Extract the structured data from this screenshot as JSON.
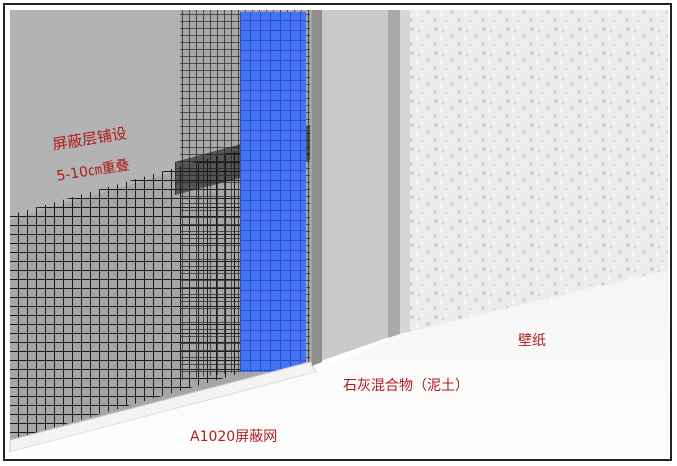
{
  "labels": {
    "shielding_layer": "屏蔽层铺设",
    "overlap": "5-10㎝重叠",
    "wallpaper": "壁纸",
    "lime_mixture": "石灰混合物（泥土）",
    "mesh_name": "A1020屏蔽网"
  },
  "colors": {
    "label_text": "#b01c1c",
    "mesh_blue": "#2f5fe0",
    "mesh_dark": "#1b1b1b",
    "wall_gray": "#a4a4a4",
    "plaster_gray": "#c8c8c8",
    "wallpaper": "#ededed"
  }
}
